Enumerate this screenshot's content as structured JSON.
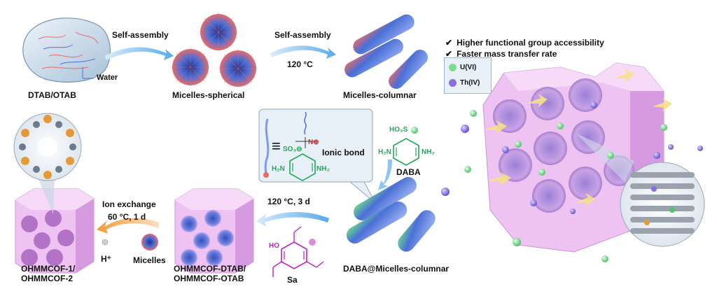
{
  "labels": {
    "self_assembly_1": "Self-assembly",
    "self_assembly_2": "Self-assembly",
    "temp_120": "120 °C",
    "water": "Water",
    "dtab_otab": "DTAB/OTAB",
    "micelles_spherical": "Micelles-spherical",
    "micelles_columnar": "Micelles-columnar",
    "ionic_bond": "Ionic bond",
    "equiv": "≡",
    "daba": "DABA",
    "daba_micelles": "DABA@Micelles-columnar",
    "cond_3d": "120 °C, 3 d",
    "ion_exchange": "Ion exchange",
    "cond_1d": "60 °C, 1 d",
    "hplus": "H⁺",
    "micelles": "Micelles",
    "ohmmcof_final_1": "OHMMCOF-1/",
    "ohmmcof_final_2": "OHMMCOF-2",
    "ohmmcof_dtab_1": "OHMMCOF-DTAB/",
    "ohmmcof_dtab_2": "OHMMCOF-OTAB",
    "sa": "Sa",
    "chem_so3h": "HO₃S",
    "chem_h2n_left": "H₂N",
    "chem_nh2_right": "NH₂",
    "chem_h2n_box": "H₂N",
    "chem_nh2_box": "NH₂",
    "chem_ho": "HO",
    "chem_n": "N",
    "chem_plus": "⊕",
    "chem_so3": "SO₃⊖"
  },
  "features": [
    "Higher functional group accessibility",
    "Faster mass transfer rate"
  ],
  "legend": [
    {
      "label": "U(VI)",
      "color": "#7fdb8e"
    },
    {
      "label": "Th(IV)",
      "color": "#8b6fe0"
    }
  ],
  "colors": {
    "cof_light": "#eec3f2",
    "cof_mid": "#d59ae0",
    "cof_dark": "#b878c9",
    "micelle_blue": "#4a6fd6",
    "micelle_red": "#e86a6a",
    "arrow_blue": "#8ec5f0",
    "arrow_orange": "#f2a54a",
    "chem_green": "#22a85a",
    "chem_magenta": "#c21fc2"
  }
}
